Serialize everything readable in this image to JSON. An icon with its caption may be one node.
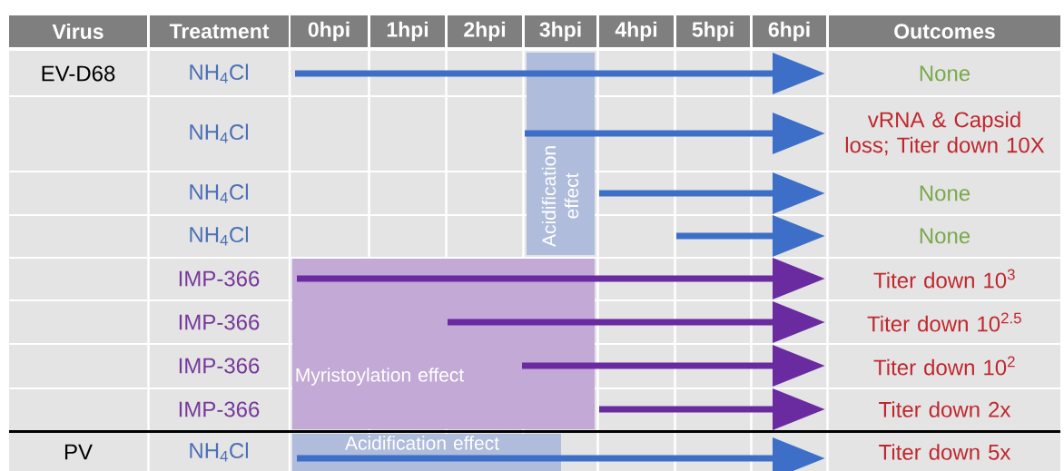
{
  "diagram": {
    "nodes": [
      {
        "text": [
          "Acidification effect"
        ]
      },
      {
        "text": [
          "None"
        ]
      },
      {
        "text": [
          "vRNA & Capsid loss; Titer down 10X"
        ]
      },
      {
        "text": [
          "None"
        ]
      },
      {
        "text": [
          "None"
        ]
      },
      {
        "text": [
          "Myristoylation effect"
        ]
      },
      {
        "text": [
          "Titer down 10$^{3}$"
        ]
      },
      {
        "text": [
          "Titer down 10$^{2.5}$"
        ]
      },
      {
        "text": [
          "Titer down 10$^{2}$"
        ]
      },
      {
        "text": [
          "Titer down 2x"
        ]
      },
      {
        "text": [
          "Acidification effect"
        ]
      },
      {
        "text": [
          "Titer down 5x"
        ]
      }
    ],
    "labels": [
      "Virus",
      "Treatment",
      "0hpi",
      "1hpi",
      "2hpi",
      "3hpi",
      "4hpi",
      "5hpi",
      "6hpi",
      "Outcomes",
      "EV-D68",
      "NH$_{4}$Cl",
      "NH$_{4}$Cl",
      "NH$_{4}$Cl",
      "NH$_{4}$Cl",
      "IMP-366",
      "IMP-366",
      "IMP-366",
      "IMP-366",
      "PV",
      "NH$_{4}$Cl"
    ]
  }
}
